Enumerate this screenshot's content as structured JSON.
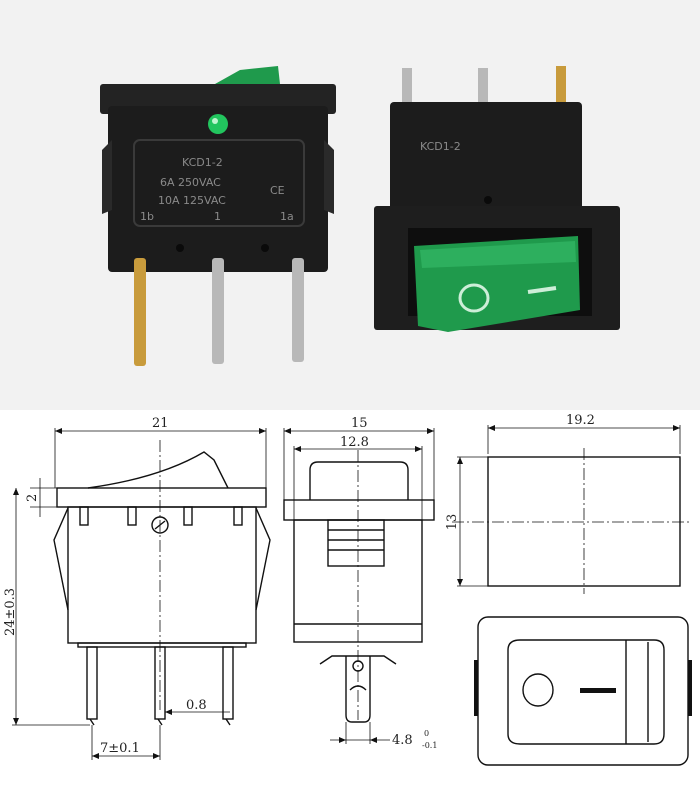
{
  "photo": {
    "left_switch": {
      "marking_model": "KCD1-2",
      "marking_rating_1": "6A 250VAC",
      "marking_rating_2": "10A 125VAC",
      "marking_ce": "CE",
      "marking_pins": [
        "1b",
        "1",
        "1a"
      ]
    },
    "right_switch": {
      "marking_model": "KCD1-2",
      "rocker_off_symbol": "O",
      "rocker_on_symbol": "|"
    },
    "colors": {
      "background": "#f2f2f2",
      "switch_body": "#1c1c1c",
      "rocker_green": "#1f9a4c",
      "pin_brass": "#c89b3c",
      "pin_silver": "#b8b8b8"
    }
  },
  "drawing": {
    "side_view": {
      "dim_width": "21",
      "dim_rocker_height": "2",
      "dim_total_height": "24±0.3",
      "dim_pin_pitch": "7±0.1",
      "dim_pin_thickness": "0.8"
    },
    "end_view": {
      "dim_bezel_width": "15",
      "dim_body_width": "12.8",
      "dim_pin_width": "4.8",
      "dim_pin_tol_upper": "0",
      "dim_pin_tol_lower": "-0.1"
    },
    "panel_cutout": {
      "dim_width": "19.2",
      "dim_height": "13"
    },
    "top_view": {
      "off_symbol": "O",
      "on_symbol": "|"
    }
  }
}
